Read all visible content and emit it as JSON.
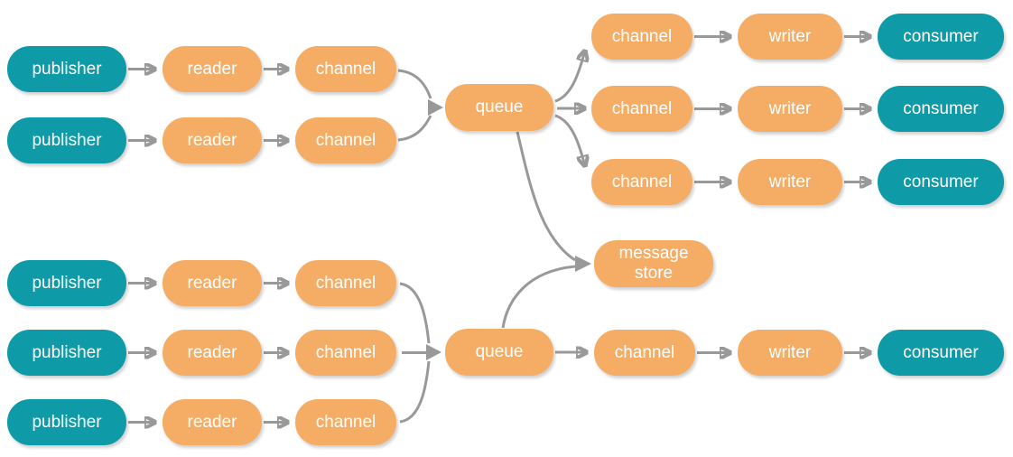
{
  "diagram": {
    "type": "flowchart",
    "description": "message queue pipeline diagram",
    "colors": {
      "endpoint-node": "#0e9aa7",
      "process-node": "#f5ad66",
      "arrow": "#999999",
      "node-text": "#ffffff",
      "canvas-bg": "#ffffff"
    },
    "nodes": [
      {
        "id": "publisher-top-1",
        "label": "publisher",
        "role": "endpoint"
      },
      {
        "id": "reader-top-1",
        "label": "reader",
        "role": "process"
      },
      {
        "id": "channel-top-1",
        "label": "channel",
        "role": "process"
      },
      {
        "id": "publisher-top-2",
        "label": "publisher",
        "role": "endpoint"
      },
      {
        "id": "reader-top-2",
        "label": "reader",
        "role": "process"
      },
      {
        "id": "channel-top-2",
        "label": "channel",
        "role": "process"
      },
      {
        "id": "queue-top",
        "label": "queue",
        "role": "process"
      },
      {
        "id": "channel-right-1",
        "label": "channel",
        "role": "process"
      },
      {
        "id": "writer-1",
        "label": "writer",
        "role": "process"
      },
      {
        "id": "consumer-1",
        "label": "consumer",
        "role": "endpoint"
      },
      {
        "id": "channel-right-2",
        "label": "channel",
        "role": "process"
      },
      {
        "id": "writer-2",
        "label": "writer",
        "role": "process"
      },
      {
        "id": "consumer-2",
        "label": "consumer",
        "role": "endpoint"
      },
      {
        "id": "channel-right-3",
        "label": "channel",
        "role": "process"
      },
      {
        "id": "writer-3",
        "label": "writer",
        "role": "process"
      },
      {
        "id": "consumer-3",
        "label": "consumer",
        "role": "endpoint"
      },
      {
        "id": "message-store",
        "label": "message store",
        "line1": "message",
        "line2": "store",
        "role": "process"
      },
      {
        "id": "publisher-bot-1",
        "label": "publisher",
        "role": "endpoint"
      },
      {
        "id": "reader-bot-1",
        "label": "reader",
        "role": "process"
      },
      {
        "id": "channel-bot-1",
        "label": "channel",
        "role": "process"
      },
      {
        "id": "publisher-bot-2",
        "label": "publisher",
        "role": "endpoint"
      },
      {
        "id": "reader-bot-2",
        "label": "reader",
        "role": "process"
      },
      {
        "id": "channel-bot-2",
        "label": "channel",
        "role": "process"
      },
      {
        "id": "publisher-bot-3",
        "label": "publisher",
        "role": "endpoint"
      },
      {
        "id": "reader-bot-3",
        "label": "reader",
        "role": "process"
      },
      {
        "id": "channel-bot-3",
        "label": "channel",
        "role": "process"
      },
      {
        "id": "queue-bottom",
        "label": "queue",
        "role": "process"
      },
      {
        "id": "channel-right-4",
        "label": "channel",
        "role": "process"
      },
      {
        "id": "writer-4",
        "label": "writer",
        "role": "process"
      },
      {
        "id": "consumer-4",
        "label": "consumer",
        "role": "endpoint"
      }
    ],
    "edges": [
      {
        "from": "publisher-top-1",
        "to": "reader-top-1"
      },
      {
        "from": "reader-top-1",
        "to": "channel-top-1"
      },
      {
        "from": "publisher-top-2",
        "to": "reader-top-2"
      },
      {
        "from": "reader-top-2",
        "to": "channel-top-2"
      },
      {
        "from": "channel-top-1",
        "to": "queue-top"
      },
      {
        "from": "channel-top-2",
        "to": "queue-top"
      },
      {
        "from": "queue-top",
        "to": "channel-right-1"
      },
      {
        "from": "queue-top",
        "to": "channel-right-2"
      },
      {
        "from": "queue-top",
        "to": "channel-right-3"
      },
      {
        "from": "channel-right-1",
        "to": "writer-1"
      },
      {
        "from": "writer-1",
        "to": "consumer-1"
      },
      {
        "from": "channel-right-2",
        "to": "writer-2"
      },
      {
        "from": "writer-2",
        "to": "consumer-2"
      },
      {
        "from": "channel-right-3",
        "to": "writer-3"
      },
      {
        "from": "writer-3",
        "to": "consumer-3"
      },
      {
        "from": "queue-top",
        "to": "message-store"
      },
      {
        "from": "queue-bottom",
        "to": "message-store"
      },
      {
        "from": "publisher-bot-1",
        "to": "reader-bot-1"
      },
      {
        "from": "reader-bot-1",
        "to": "channel-bot-1"
      },
      {
        "from": "publisher-bot-2",
        "to": "reader-bot-2"
      },
      {
        "from": "reader-bot-2",
        "to": "channel-bot-2"
      },
      {
        "from": "publisher-bot-3",
        "to": "reader-bot-3"
      },
      {
        "from": "reader-bot-3",
        "to": "channel-bot-3"
      },
      {
        "from": "channel-bot-1",
        "to": "queue-bottom"
      },
      {
        "from": "channel-bot-2",
        "to": "queue-bottom"
      },
      {
        "from": "channel-bot-3",
        "to": "queue-bottom"
      },
      {
        "from": "queue-bottom",
        "to": "channel-right-4"
      },
      {
        "from": "channel-right-4",
        "to": "writer-4"
      },
      {
        "from": "writer-4",
        "to": "consumer-4"
      }
    ]
  }
}
